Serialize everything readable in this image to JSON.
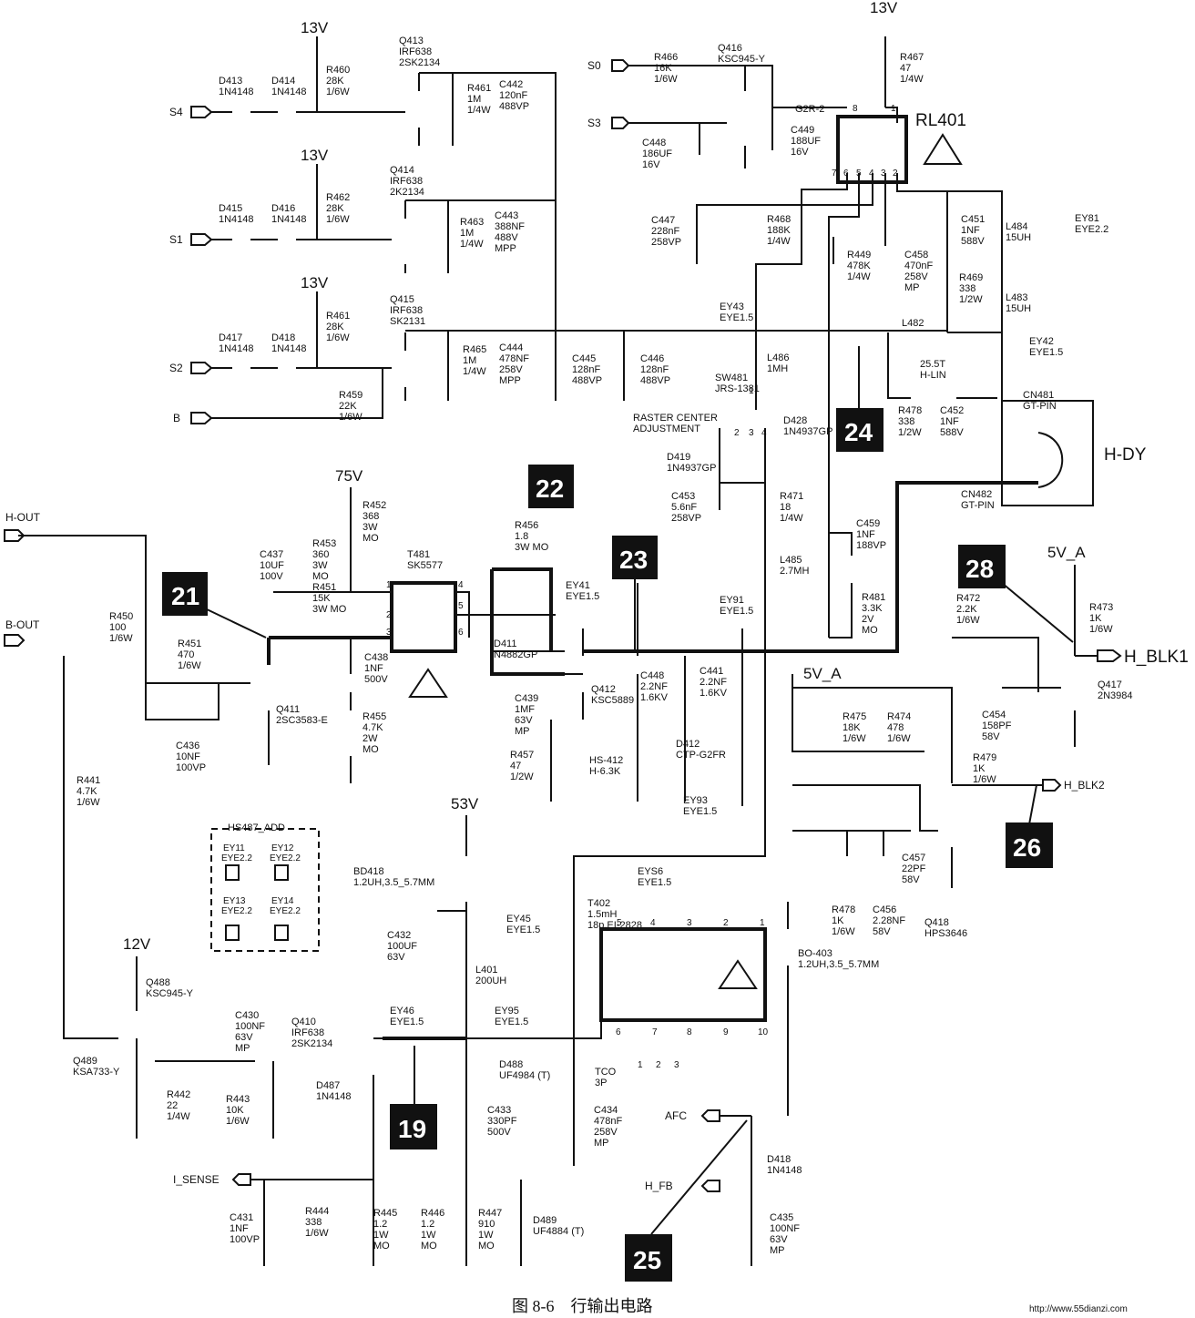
{
  "caption": "图 8-6　行输出电路",
  "watermark": "http://www.55dianzi.com",
  "title_block": {
    "relay_ref": "RL401",
    "yoke": "H-DY"
  },
  "rails": [
    {
      "id": "v13a",
      "label": "13V"
    },
    {
      "id": "v13b",
      "label": "13V"
    },
    {
      "id": "v13c",
      "label": "13V"
    },
    {
      "id": "v13d",
      "label": "13V"
    },
    {
      "id": "v75",
      "label": "75V"
    },
    {
      "id": "v53",
      "label": "53V"
    },
    {
      "id": "v12",
      "label": "12V"
    },
    {
      "id": "v5a1",
      "label": "5V_A"
    },
    {
      "id": "v5a2",
      "label": "5V_A"
    }
  ],
  "nets": [
    {
      "id": "s4",
      "label": "S4"
    },
    {
      "id": "s1",
      "label": "S1"
    },
    {
      "id": "s2",
      "label": "S2"
    },
    {
      "id": "b",
      "label": "B"
    },
    {
      "id": "s0",
      "label": "S0"
    },
    {
      "id": "s3",
      "label": "S3"
    },
    {
      "id": "hout",
      "label": "H-OUT"
    },
    {
      "id": "bout",
      "label": "B-OUT"
    },
    {
      "id": "hblk1",
      "label": "H_BLK1"
    },
    {
      "id": "hblk2",
      "label": "H_BLK2"
    },
    {
      "id": "isense",
      "label": "I_SENSE"
    },
    {
      "id": "afc",
      "label": "AFC"
    },
    {
      "id": "hfb",
      "label": "H_FB"
    }
  ],
  "test_points": [
    {
      "id": "tp21",
      "label": "21"
    },
    {
      "id": "tp22",
      "label": "22"
    },
    {
      "id": "tp23",
      "label": "23"
    },
    {
      "id": "tp24",
      "label": "24"
    },
    {
      "id": "tp28",
      "label": "28"
    },
    {
      "id": "tp26",
      "label": "26"
    },
    {
      "id": "tp19",
      "label": "19"
    },
    {
      "id": "tp25",
      "label": "25"
    }
  ],
  "components": [
    {
      "id": "d413",
      "lines": [
        "D413",
        "1N4148"
      ]
    },
    {
      "id": "d414",
      "lines": [
        "D414",
        "1N4148"
      ]
    },
    {
      "id": "r460",
      "lines": [
        "R460",
        "28K",
        "1/6W"
      ]
    },
    {
      "id": "q413",
      "lines": [
        "Q413",
        "IRF638",
        "2SK2134"
      ]
    },
    {
      "id": "r461a",
      "lines": [
        "R461",
        "1M",
        "1/4W"
      ]
    },
    {
      "id": "c442",
      "lines": [
        "C442",
        "120nF",
        "488VP"
      ]
    },
    {
      "id": "d415",
      "lines": [
        "D415",
        "1N4148"
      ]
    },
    {
      "id": "d416",
      "lines": [
        "D416",
        "1N4148"
      ]
    },
    {
      "id": "r462",
      "lines": [
        "R462",
        "28K",
        "1/6W"
      ]
    },
    {
      "id": "q414",
      "lines": [
        "Q414",
        "IRF638",
        "2K2134"
      ]
    },
    {
      "id": "r463",
      "lines": [
        "R463",
        "1M",
        "1/4W"
      ]
    },
    {
      "id": "c443",
      "lines": [
        "C443",
        "388NF",
        "488V",
        "MPP"
      ]
    },
    {
      "id": "d417",
      "lines": [
        "D417",
        "1N4148"
      ]
    },
    {
      "id": "d418a",
      "lines": [
        "D418",
        "1N4148"
      ]
    },
    {
      "id": "r461b",
      "lines": [
        "R461",
        "28K",
        "1/6W"
      ]
    },
    {
      "id": "r459",
      "lines": [
        "R459",
        "22K",
        "1/6W"
      ]
    },
    {
      "id": "q415",
      "lines": [
        "Q415",
        "IRF638",
        "SK2131"
      ]
    },
    {
      "id": "r465",
      "lines": [
        "R465",
        "1M",
        "1/4W"
      ]
    },
    {
      "id": "c444",
      "lines": [
        "C444",
        "478NF",
        "258V",
        "MPP"
      ]
    },
    {
      "id": "c445",
      "lines": [
        "C445",
        "128nF",
        "488VP"
      ]
    },
    {
      "id": "c446",
      "lines": [
        "C446",
        "128nF",
        "488VP"
      ]
    },
    {
      "id": "r466",
      "lines": [
        "R466",
        "16K",
        "1/6W"
      ]
    },
    {
      "id": "q416",
      "lines": [
        "Q416",
        "KSC945-Y"
      ]
    },
    {
      "id": "c448a",
      "lines": [
        "C448",
        "186UF",
        "16V"
      ]
    },
    {
      "id": "c449",
      "lines": [
        "C449",
        "188UF",
        "16V"
      ]
    },
    {
      "id": "g2r2",
      "lines": [
        "G2R-2"
      ]
    },
    {
      "id": "r467",
      "lines": [
        "R467",
        "47",
        "1/4W"
      ]
    },
    {
      "id": "c447",
      "lines": [
        "C447",
        "228nF",
        "258VP"
      ]
    },
    {
      "id": "r468",
      "lines": [
        "R468",
        "188K",
        "1/4W"
      ]
    },
    {
      "id": "r449",
      "lines": [
        "R449",
        "478K",
        "1/4W"
      ]
    },
    {
      "id": "c458",
      "lines": [
        "C458",
        "470nF",
        "258V",
        "MP"
      ]
    },
    {
      "id": "c451",
      "lines": [
        "C451",
        "1NF",
        "588V"
      ]
    },
    {
      "id": "l484",
      "lines": [
        "L484",
        "15UH"
      ]
    },
    {
      "id": "r469",
      "lines": [
        "R469",
        "338",
        "1/2W"
      ]
    },
    {
      "id": "l483",
      "lines": [
        "L483",
        "15UH"
      ]
    },
    {
      "id": "ey81",
      "lines": [
        "EY81",
        "EYE2.2"
      ]
    },
    {
      "id": "ey43",
      "lines": [
        "EY43",
        "EYE1.5"
      ]
    },
    {
      "id": "l482",
      "lines": [
        "L482"
      ]
    },
    {
      "id": "ey42",
      "lines": [
        "EY42",
        "EYE1.5"
      ]
    },
    {
      "id": "l486",
      "lines": [
        "L486",
        "1MH"
      ]
    },
    {
      "id": "hlin",
      "lines": [
        "25.5T",
        "H-LIN"
      ]
    },
    {
      "id": "sw481",
      "lines": [
        "SW481",
        "JRS-1381"
      ]
    },
    {
      "id": "raster",
      "lines": [
        "RASTER CENTER",
        "ADJUSTMENT"
      ]
    },
    {
      "id": "r478a",
      "lines": [
        "R478",
        "338",
        "1/2W"
      ]
    },
    {
      "id": "c452",
      "lines": [
        "C452",
        "1NF",
        "588V"
      ]
    },
    {
      "id": "cn481",
      "lines": [
        "CN481",
        "GT-PIN"
      ]
    },
    {
      "id": "cn482",
      "lines": [
        "CN482",
        "GT-PIN"
      ]
    },
    {
      "id": "d419",
      "lines": [
        "D419",
        "1N4937GP"
      ]
    },
    {
      "id": "d428",
      "lines": [
        "D428",
        "1N4937GP"
      ]
    },
    {
      "id": "c453",
      "lines": [
        "C453",
        "5.6nF",
        "258VP"
      ]
    },
    {
      "id": "r471",
      "lines": [
        "R471",
        "18",
        "1/4W"
      ]
    },
    {
      "id": "l485",
      "lines": [
        "L485",
        "2.7MH"
      ]
    },
    {
      "id": "c459",
      "lines": [
        "C459",
        "1NF",
        "188VP"
      ]
    },
    {
      "id": "r481",
      "lines": [
        "R481",
        "3.3K",
        "2V",
        "MO"
      ]
    },
    {
      "id": "r452",
      "lines": [
        "R452",
        "368",
        "3W",
        "MO"
      ]
    },
    {
      "id": "c437",
      "lines": [
        "C437",
        "10UF",
        "100V"
      ]
    },
    {
      "id": "r453",
      "lines": [
        "R453",
        "360",
        "3W",
        "MO"
      ]
    },
    {
      "id": "r451a",
      "lines": [
        "R451",
        "15K",
        "3W MO"
      ]
    },
    {
      "id": "t481",
      "lines": [
        "T481",
        "SK5577"
      ]
    },
    {
      "id": "r456",
      "lines": [
        "R456",
        "1.8",
        "3W MO"
      ]
    },
    {
      "id": "ey41",
      "lines": [
        "EY41",
        "EYE1.5"
      ]
    },
    {
      "id": "ey91",
      "lines": [
        "EY91",
        "EYE1.5"
      ]
    },
    {
      "id": "d411",
      "lines": [
        "D411",
        "N4882GP"
      ]
    },
    {
      "id": "r450",
      "lines": [
        "R450",
        "100",
        "1/6W"
      ]
    },
    {
      "id": "r451b",
      "lines": [
        "R451",
        "470",
        "1/6W"
      ]
    },
    {
      "id": "q411",
      "lines": [
        "Q411",
        "2SC3583-E"
      ]
    },
    {
      "id": "c436",
      "lines": [
        "C436",
        "10NF",
        "100VP"
      ]
    },
    {
      "id": "c438",
      "lines": [
        "C438",
        "1NF",
        "500V"
      ]
    },
    {
      "id": "r455",
      "lines": [
        "R455",
        "4.7K",
        "2W",
        "MO"
      ]
    },
    {
      "id": "c439",
      "lines": [
        "C439",
        "1MF",
        "63V",
        "MP"
      ]
    },
    {
      "id": "q412",
      "lines": [
        "Q412",
        "KSC5889"
      ]
    },
    {
      "id": "c448b",
      "lines": [
        "C448",
        "2.2NF",
        "1.6KV"
      ]
    },
    {
      "id": "c441",
      "lines": [
        "C441",
        "2.2NF",
        "1.6KV"
      ]
    },
    {
      "id": "r457",
      "lines": [
        "R457",
        "47",
        "1/2W"
      ]
    },
    {
      "id": "hs412",
      "lines": [
        "HS-412",
        "H-6.3K"
      ]
    },
    {
      "id": "d412",
      "lines": [
        "D412",
        "CTP-G2FR"
      ]
    },
    {
      "id": "ey93",
      "lines": [
        "EY93",
        "EYE1.5"
      ]
    },
    {
      "id": "r472",
      "lines": [
        "R472",
        "2.2K",
        "1/6W"
      ]
    },
    {
      "id": "r473",
      "lines": [
        "R473",
        "1K",
        "1/6W"
      ]
    },
    {
      "id": "r475",
      "lines": [
        "R475",
        "18K",
        "1/6W"
      ]
    },
    {
      "id": "r474",
      "lines": [
        "R474",
        "478",
        "1/6W"
      ]
    },
    {
      "id": "c454",
      "lines": [
        "C454",
        "158PF",
        "58V"
      ]
    },
    {
      "id": "q417",
      "lines": [
        "Q417",
        "2N3984"
      ]
    },
    {
      "id": "r479",
      "lines": [
        "R479",
        "1K",
        "1/6W"
      ]
    },
    {
      "id": "c457",
      "lines": [
        "C457",
        "22PF",
        "58V"
      ]
    },
    {
      "id": "r478b",
      "lines": [
        "R478",
        "1K",
        "1/6W"
      ]
    },
    {
      "id": "c456",
      "lines": [
        "C456",
        "2.28NF",
        "58V"
      ]
    },
    {
      "id": "q418",
      "lines": [
        "Q418",
        "HPS3646"
      ]
    },
    {
      "id": "bd418",
      "lines": [
        "BD418",
        "1.2UH,3.5_5.7MM"
      ]
    },
    {
      "id": "ey45",
      "lines": [
        "EY45",
        "EYE1.5"
      ]
    },
    {
      "id": "c432",
      "lines": [
        "C432",
        "100UF",
        "63V"
      ]
    },
    {
      "id": "l401",
      "lines": [
        "L401",
        "200UH"
      ]
    },
    {
      "id": "eys6",
      "lines": [
        "EYS6",
        "EYE1.5"
      ]
    },
    {
      "id": "t402",
      "lines": [
        "T402",
        "1.5mH",
        "18p,EI-2828"
      ]
    },
    {
      "id": "bo403",
      "lines": [
        "BO-403",
        "1.2UH,3.5_5.7MM"
      ]
    },
    {
      "id": "ey95",
      "lines": [
        "EY95",
        "EYE1.5"
      ]
    },
    {
      "id": "ey46",
      "lines": [
        "EY46",
        "EYE1.5"
      ]
    },
    {
      "id": "q488",
      "lines": [
        "Q488",
        "KSC945-Y"
      ]
    },
    {
      "id": "q489",
      "lines": [
        "Q489",
        "KSA733-Y"
      ]
    },
    {
      "id": "r441",
      "lines": [
        "R441",
        "4.7K",
        "1/6W"
      ]
    },
    {
      "id": "r442",
      "lines": [
        "R442",
        "22",
        "1/4W"
      ]
    },
    {
      "id": "c430",
      "lines": [
        "C430",
        "100NF",
        "63V",
        "MP"
      ]
    },
    {
      "id": "r443",
      "lines": [
        "R443",
        "10K",
        "1/6W"
      ]
    },
    {
      "id": "d487",
      "lines": [
        "D487",
        "1N4148"
      ]
    },
    {
      "id": "q410",
      "lines": [
        "Q410",
        "IRF638",
        "2SK2134"
      ]
    },
    {
      "id": "d488",
      "lines": [
        "D488",
        "UF4984 (T)"
      ]
    },
    {
      "id": "tco",
      "lines": [
        "TCO",
        "3P"
      ]
    },
    {
      "id": "d418b",
      "lines": [
        "D418",
        "1N4148"
      ]
    },
    {
      "id": "c433",
      "lines": [
        "C433",
        "330PF",
        "500V"
      ]
    },
    {
      "id": "c434",
      "lines": [
        "C434",
        "478nF",
        "258V",
        "MP"
      ]
    },
    {
      "id": "c435",
      "lines": [
        "C435",
        "100NF",
        "63V",
        "MP"
      ]
    },
    {
      "id": "c431",
      "lines": [
        "C431",
        "1NF",
        "100VP"
      ]
    },
    {
      "id": "r444",
      "lines": [
        "R444",
        "338",
        "1/6W"
      ]
    },
    {
      "id": "r445",
      "lines": [
        "R445",
        "1.2",
        "1W",
        "MO"
      ]
    },
    {
      "id": "r446",
      "lines": [
        "R446",
        "1.2",
        "1W",
        "MO"
      ]
    },
    {
      "id": "r447",
      "lines": [
        "R447",
        "910",
        "1W",
        "MO"
      ]
    },
    {
      "id": "d489",
      "lines": [
        "D489",
        "UF4884 (T)"
      ]
    }
  ],
  "hs487_box": {
    "title": "HS487_ADD",
    "items": [
      {
        "name": "EY11",
        "type": "EYE2.2"
      },
      {
        "name": "EY12",
        "type": "EYE2.2"
      },
      {
        "name": "EY13",
        "type": "EYE2.2"
      },
      {
        "name": "EY14",
        "type": "EYE2.2"
      }
    ]
  },
  "pin_labels": {
    "rl401": [
      "8",
      "1",
      "7",
      "6",
      "5",
      "4",
      "3",
      "2"
    ],
    "t481": [
      "1",
      "2",
      "3",
      "4",
      "5",
      "6"
    ],
    "sw481": [
      "1",
      "2",
      "3",
      "4"
    ],
    "t402": [
      "5",
      "4",
      "3",
      "2",
      "1",
      "6",
      "7",
      "8",
      "9",
      "10"
    ],
    "tco": [
      "1",
      "2",
      "3"
    ]
  }
}
